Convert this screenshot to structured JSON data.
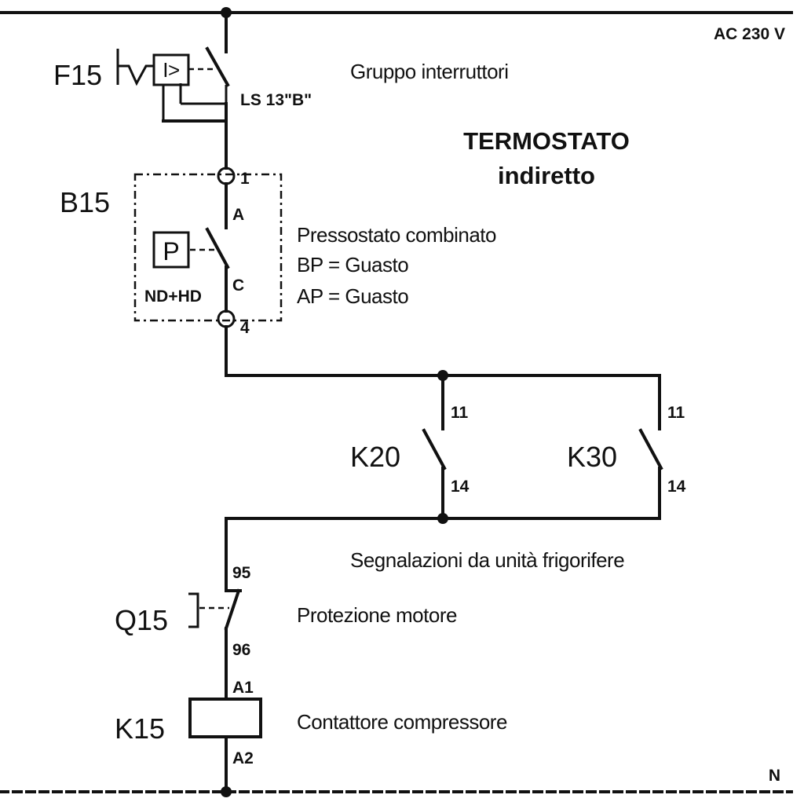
{
  "supply": {
    "voltage": "AC 230 V",
    "neutral": "N"
  },
  "title": {
    "line1": "TERMOSTATO",
    "line2": "indiretto"
  },
  "f15": {
    "ref": "F15",
    "type": "LS 13\"B\"",
    "desc": "Gruppo interruttori",
    "symbol": "I>"
  },
  "b15": {
    "ref": "B15",
    "symbol": "P",
    "mode": "ND+HD",
    "terminals": {
      "t1": "1",
      "ta": "A",
      "tc": "C",
      "t4": "4"
    },
    "desc": [
      "Pressostato combinato",
      "BP = Guasto",
      "AP = Guasto"
    ]
  },
  "k20": {
    "ref": "K20",
    "t_top": "11",
    "t_bottom": "14"
  },
  "k30": {
    "ref": "K30",
    "t_top": "11",
    "t_bottom": "14"
  },
  "signal_desc": "Segnalazioni da unità frigorifere",
  "q15": {
    "ref": "Q15",
    "t_top": "95",
    "t_bottom": "96",
    "desc": "Protezione motore"
  },
  "k15": {
    "ref": "K15",
    "t_top": "A1",
    "t_bottom": "A2",
    "desc": "Contattore compressore"
  }
}
